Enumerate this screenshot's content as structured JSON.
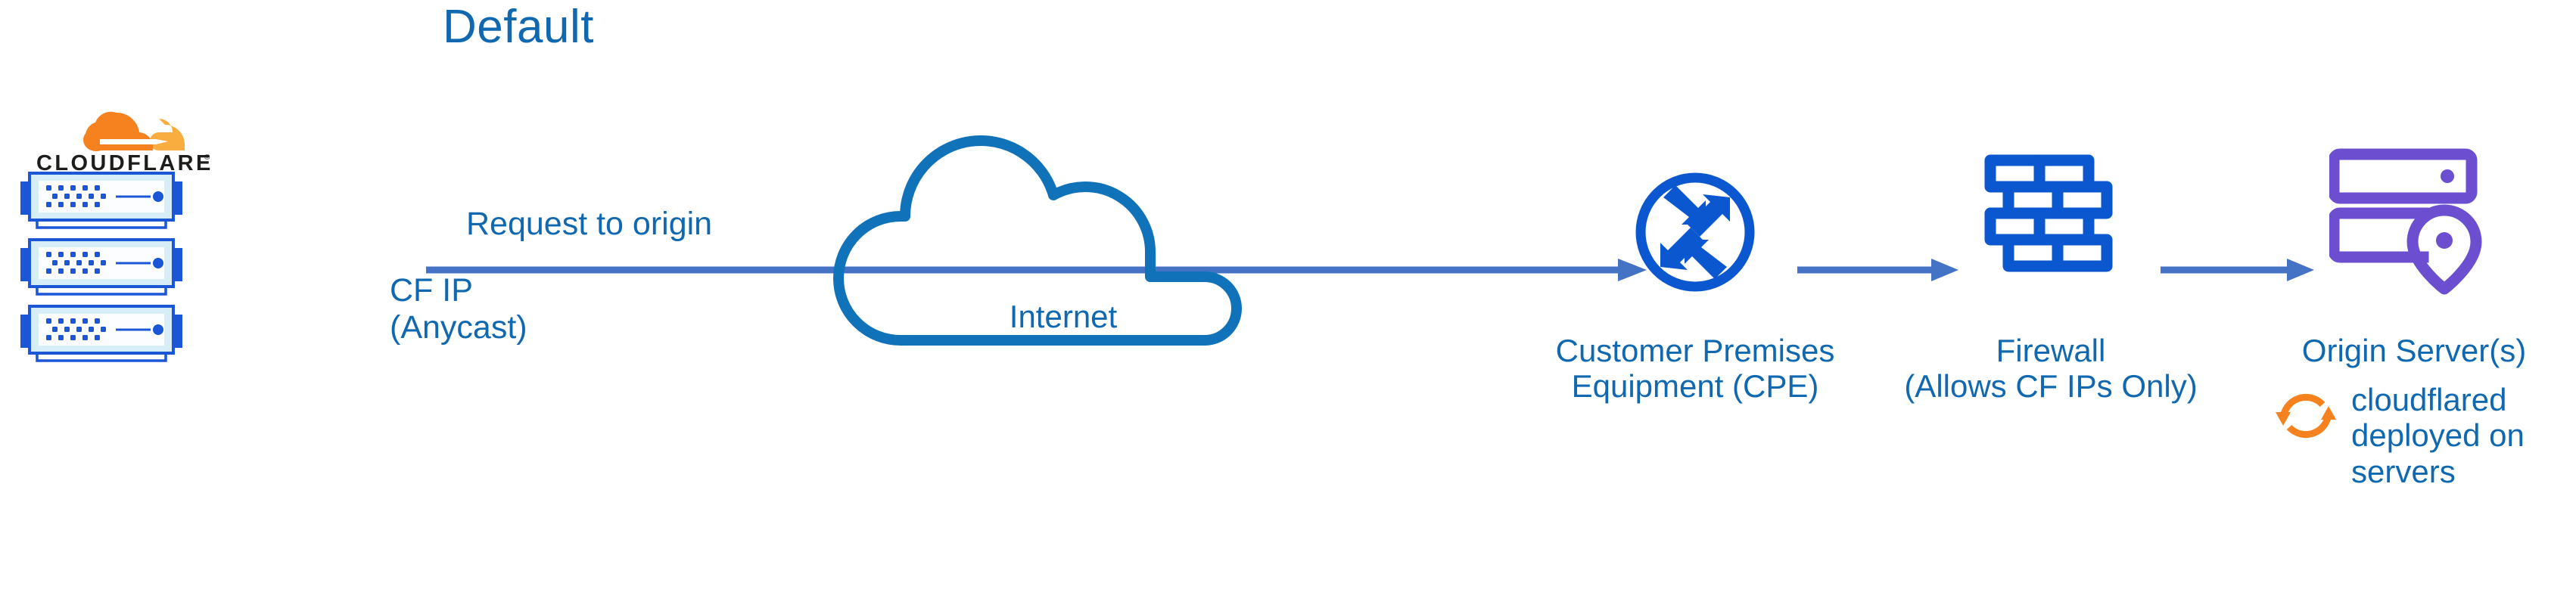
{
  "diagram": {
    "title": "Default",
    "colors": {
      "text_blue": "#1069b0",
      "arrow_blue": "#4472c4",
      "icon_blue": "#0b57cf",
      "cloud_blue": "#1073ba",
      "origin_purple": "#6b4fd0",
      "cloudflare_orange": "#f6821f",
      "cloudflare_orange_light": "#faad3f",
      "rack_fill": "#e4f3fa",
      "rack_outline": "#1a56d6",
      "background": "#ffffff"
    },
    "edge": {
      "logo_wordmark": "CLOUDFLARE",
      "logo_trademark": "®",
      "rack_count": 3,
      "rack_name": "cloudflare-edge-server"
    },
    "link_main": {
      "label_top": "Request to origin",
      "label_bottom_line1": "CF IP",
      "label_bottom_line2": "(Anycast)"
    },
    "cloud": {
      "label": "Internet"
    },
    "cpe": {
      "icon": "router-icon",
      "label_line1": "Customer Premises",
      "label_line2": "Equipment (CPE)"
    },
    "firewall": {
      "icon": "brick-wall-icon",
      "label_line1": "Firewall",
      "label_line2": "(Allows CF IPs Only)"
    },
    "origin": {
      "icon": "server-location-icon",
      "label": "Origin Server(s)"
    },
    "cloudflared": {
      "icon": "sync-arrows-icon",
      "note": "cloudflared\ndeployed on\nservers"
    }
  }
}
